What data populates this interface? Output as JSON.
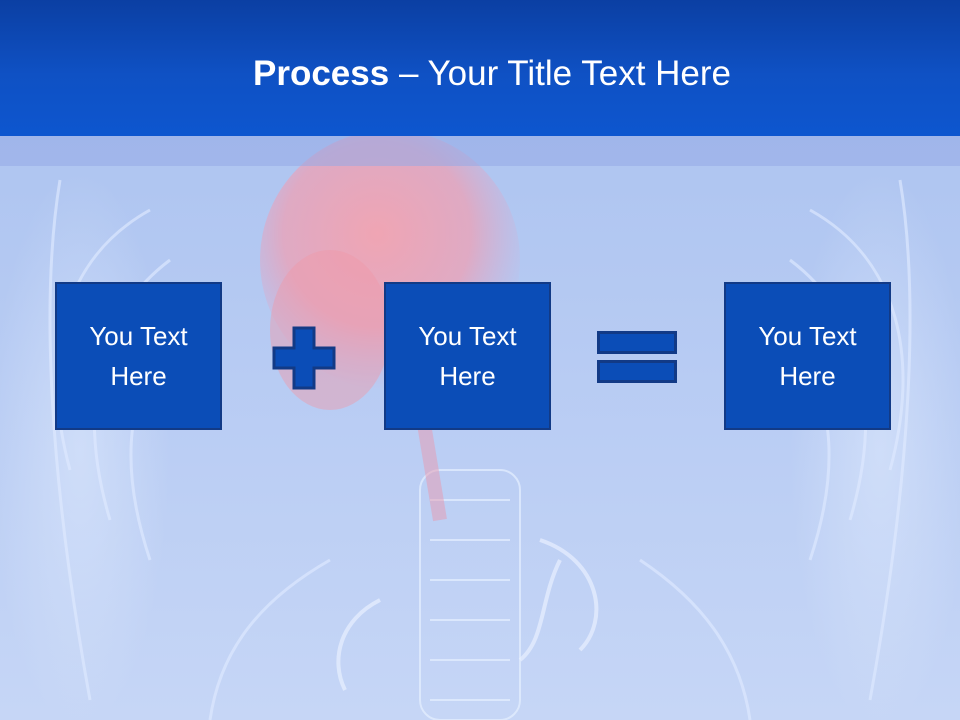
{
  "slide": {
    "title_bold": "Process",
    "title_rest": " – Your Title Text Here"
  },
  "boxes": [
    {
      "text": "You Text Here"
    },
    {
      "text": "You Text Here"
    },
    {
      "text": "You Text Here"
    }
  ],
  "operators": [
    "plus-icon",
    "equals-icon"
  ],
  "colors": {
    "header": "#0f51c4",
    "box_fill": "#0b4db7",
    "box_border": "#123a86",
    "background": "#b9cdf2"
  }
}
